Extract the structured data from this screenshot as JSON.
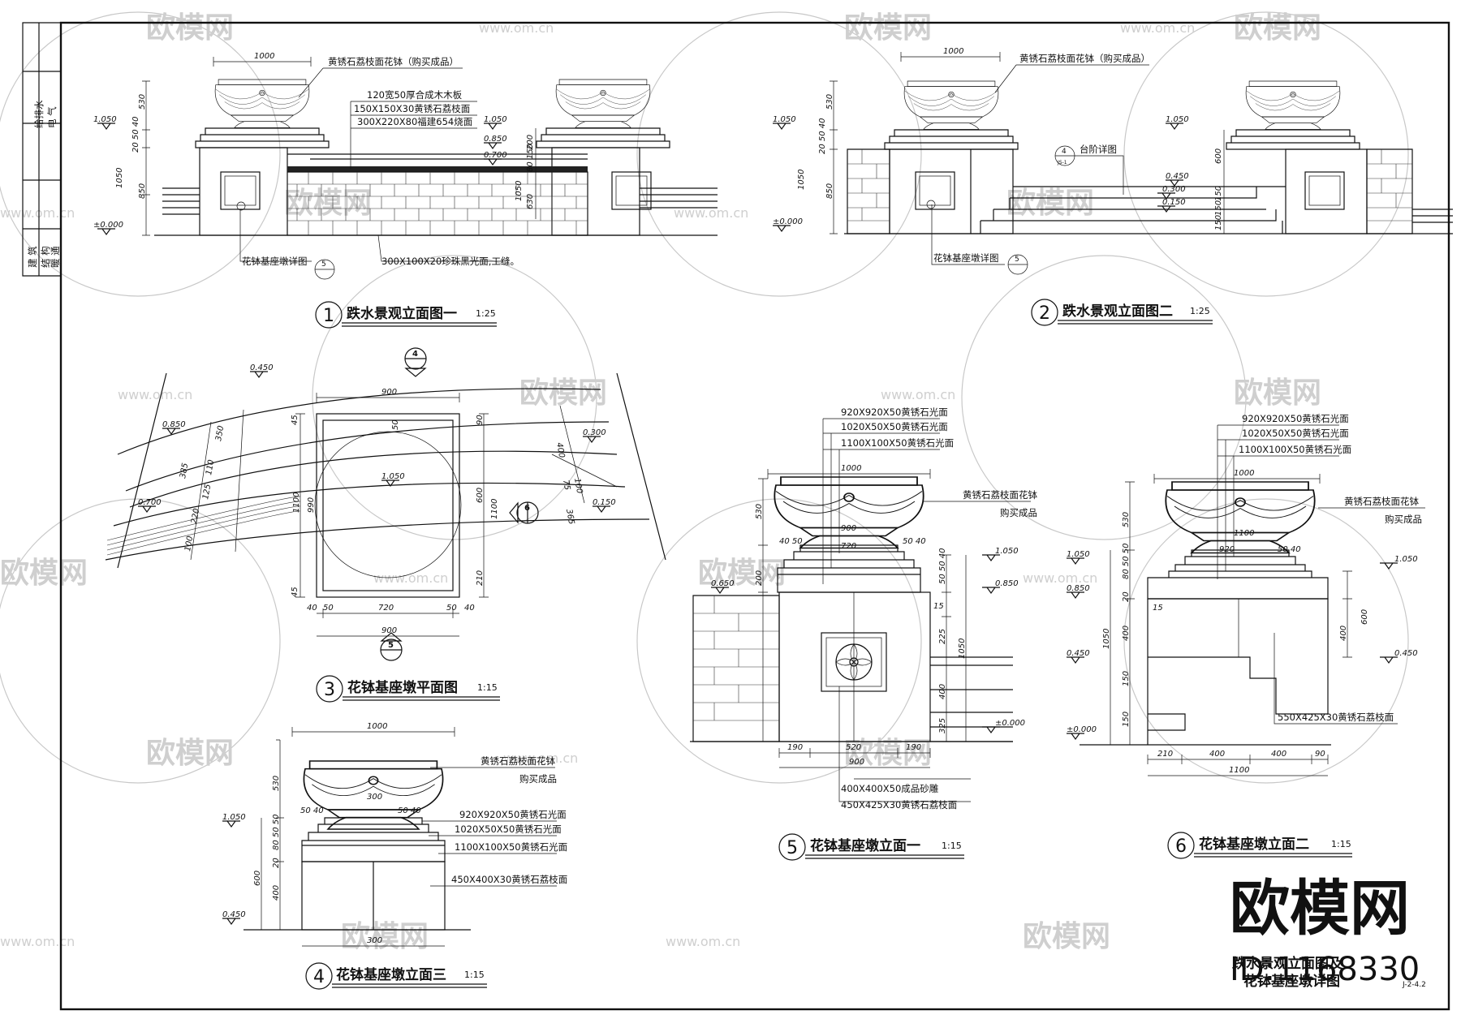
{
  "sheet": {
    "sheet_code": "J-2-4.2",
    "sheet_title_lines": [
      "跌水景观立面图及",
      "花钵基座墩详图"
    ],
    "side_labels": [
      "给排水",
      "电 气",
      "建 筑",
      "结 构",
      "暖 通"
    ]
  },
  "watermark": {
    "brand": "欧模网",
    "url": "www.om.cn",
    "id_text": "ID:1168330"
  },
  "views": {
    "v1": {
      "no": "1",
      "title": "跌水景观立面图一",
      "scale": "1:25",
      "labels": [
        "黄锈石荔枝面花钵（购买成品）",
        "120宽50厚合成木木板",
        "150X150X30黄锈石荔枝面",
        "300X220X80福建654烧面",
        "花钵基座墩详图",
        "300X100X20珍珠黑光面,工缝。"
      ],
      "dims": [
        "1000",
        "530",
        "1050",
        "850",
        "20 50 40",
        "200",
        "80 150",
        "630",
        "1050"
      ],
      "levels": [
        "1.050",
        "±0.000",
        "1.050",
        "0.850",
        "0.700"
      ],
      "detail_ref": "5"
    },
    "v2": {
      "no": "2",
      "title": "跌水景观立面图二",
      "scale": "1:25",
      "labels": [
        "黄锈石荔枝面花钵（购买成品）",
        "台阶详图",
        "花钵基座墩详图"
      ],
      "dims": [
        "1000",
        "530",
        "1050",
        "850",
        "20 50 40",
        "600",
        "150",
        "150",
        "150"
      ],
      "levels": [
        "1.050",
        "±0.000",
        "1.050",
        "0.450",
        "0.300",
        "0.150"
      ],
      "detail_ref": "5",
      "stair_ref": "4",
      "stair_sheet": "JS-1"
    },
    "v3": {
      "no": "3",
      "title": "花钵基座墩平面图",
      "scale": "1:15",
      "dims": [
        "900",
        "720",
        "900",
        "1100",
        "990",
        "1100",
        "600",
        "50",
        "90",
        "90",
        "45",
        "45",
        "40",
        "50",
        "50",
        "40",
        "210",
        "350",
        "110",
        "125",
        "220",
        "100",
        "400",
        "100",
        "365",
        "385",
        "75"
      ],
      "levels": [
        "0.450",
        "0.850",
        "0.700",
        "0.300",
        "0.150",
        "1.050"
      ],
      "section_marks": [
        "4",
        "5",
        "6"
      ]
    },
    "v4": {
      "no": "4",
      "title": "花钵基座墩立面三",
      "scale": "1:15",
      "labels": [
        "黄锈石荔枝面花钵",
        "购买成品",
        "920X920X50黄锈石光面",
        "1020X50X50黄锈石光面",
        "1100X100X50黄锈石光面",
        "450X400X30黄锈石荔枝面"
      ],
      "dims": [
        "1000",
        "530",
        "300",
        "50 40",
        "50 40",
        "20",
        "80 50 50",
        "600",
        "400",
        "300"
      ],
      "levels": [
        "1.050",
        "0.450"
      ]
    },
    "v5": {
      "no": "5",
      "title": "花钵基座墩立面一",
      "scale": "1:15",
      "labels": [
        "920X920X50黄锈石光面",
        "1020X50X50黄锈石光面",
        "1100X100X50黄锈石光面",
        "黄锈石荔枝面花钵",
        "购买成品",
        "400X400X50成品砂雕",
        "450X425X30黄锈石荔枝面"
      ],
      "dims": [
        "1000",
        "530",
        "900",
        "720",
        "40 50",
        "50 40",
        "200",
        "50 50 40",
        "15",
        "225",
        "1050",
        "400",
        "325",
        "190",
        "520",
        "190",
        "900"
      ],
      "levels": [
        "1.050",
        "0.850",
        "±0.000",
        "0.650"
      ]
    },
    "v6": {
      "no": "6",
      "title": "花钵基座墩立面二",
      "scale": "1:15",
      "labels": [
        "920X920X50黄锈石光面",
        "1020X50X50黄锈石光面",
        "1100X100X50黄锈石光面",
        "黄锈石荔枝面花钵",
        "购买成品",
        "550X425X30黄锈石荔枝面"
      ],
      "dims": [
        "1000",
        "530",
        "1100",
        "920",
        "50 40",
        "20",
        "80 50 50",
        "1050",
        "400",
        "150",
        "150",
        "15",
        "600",
        "400",
        "210",
        "400",
        "400",
        "90",
        "1100"
      ],
      "levels": [
        "1.050",
        "0.850",
        "0.450",
        "±0.000",
        "1.050",
        "0.450"
      ]
    }
  }
}
